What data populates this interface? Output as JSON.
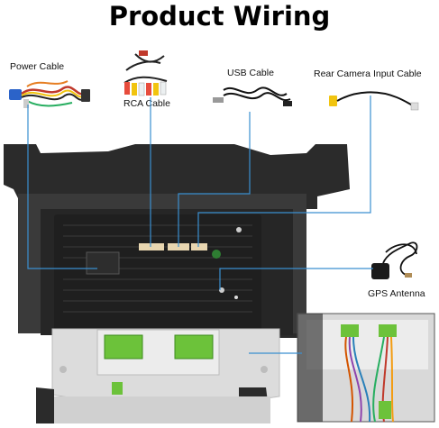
{
  "title": "Product Wiring",
  "labels": {
    "power_cable": "Power Cable",
    "rca_cable": "RCA Cable",
    "usb_cable": "USB Cable",
    "rear_camera": "Rear Camera Input Cable",
    "gps_antenna": "GPS Antenna"
  },
  "colors": {
    "wire": "#3a8fd0",
    "unit_dark": "#2b2b2b",
    "connector_green": "#6cc23a"
  }
}
